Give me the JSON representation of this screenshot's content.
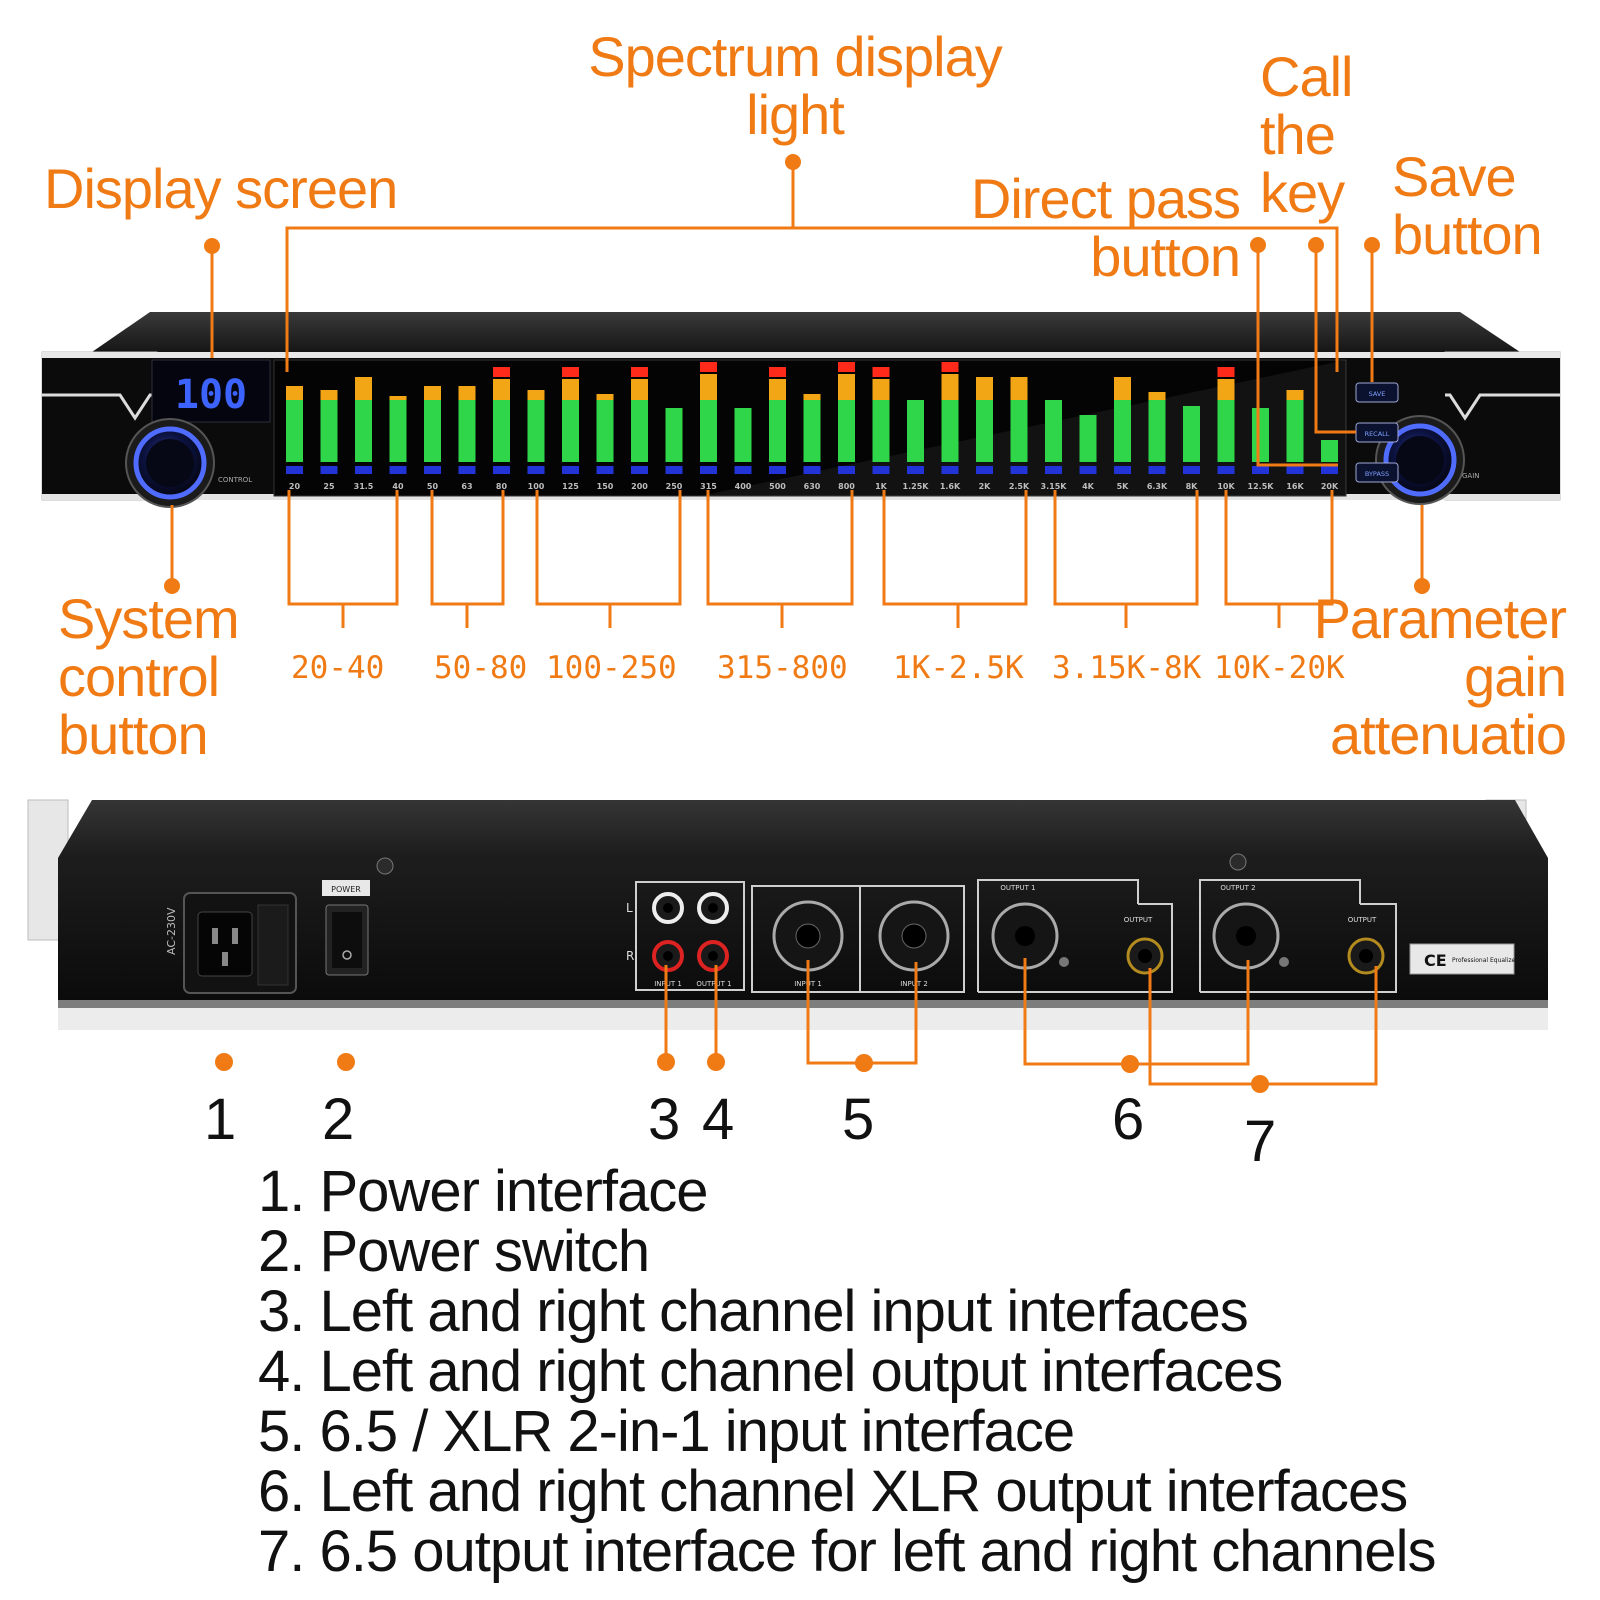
{
  "callouts": {
    "spectrum_light": [
      "Spectrum display",
      "light"
    ],
    "display_screen": [
      "Display screen"
    ],
    "call_key": [
      "Call",
      "the",
      "key"
    ],
    "save_button": [
      "Save",
      "button"
    ],
    "direct_pass": [
      "Direct pass",
      "button"
    ],
    "system_control": [
      "System",
      "control",
      "button"
    ],
    "parameter_gain": [
      "Parameter",
      "gain",
      "attenuatio"
    ]
  },
  "display_value": "100",
  "panel_labels": {
    "control": "CONTROL",
    "gain": "GAIN",
    "btn_save": "SAVE",
    "btn_recall": "RECALL",
    "btn_bypass": "BYPASS"
  },
  "bands": [
    {
      "freq": "20",
      "level": 0.76,
      "red": false
    },
    {
      "freq": "25",
      "level": 0.72,
      "red": false
    },
    {
      "freq": "31.5",
      "level": 0.85,
      "red": false
    },
    {
      "freq": "40",
      "level": 0.66,
      "red": false
    },
    {
      "freq": "50",
      "level": 0.76,
      "red": false
    },
    {
      "freq": "63",
      "level": 0.76,
      "red": false
    },
    {
      "freq": "80",
      "level": 0.95,
      "red": true
    },
    {
      "freq": "100",
      "level": 0.72,
      "red": false
    },
    {
      "freq": "125",
      "level": 0.95,
      "red": true
    },
    {
      "freq": "150",
      "level": 0.68,
      "red": false
    },
    {
      "freq": "200",
      "level": 0.95,
      "red": true
    },
    {
      "freq": "250",
      "level": 0.54,
      "red": false
    },
    {
      "freq": "315",
      "level": 1.0,
      "red": true
    },
    {
      "freq": "400",
      "level": 0.54,
      "red": false
    },
    {
      "freq": "500",
      "level": 0.95,
      "red": true
    },
    {
      "freq": "630",
      "level": 0.68,
      "red": false
    },
    {
      "freq": "800",
      "level": 1.0,
      "red": true
    },
    {
      "freq": "1K",
      "level": 0.95,
      "red": true
    },
    {
      "freq": "1.25K",
      "level": 0.62,
      "red": false
    },
    {
      "freq": "1.6K",
      "level": 1.0,
      "red": true
    },
    {
      "freq": "2K",
      "level": 0.85,
      "red": false
    },
    {
      "freq": "2.5K",
      "level": 0.85,
      "red": false
    },
    {
      "freq": "3.15K",
      "level": 0.62,
      "red": false
    },
    {
      "freq": "4K",
      "level": 0.47,
      "red": false
    },
    {
      "freq": "5K",
      "level": 0.85,
      "red": false
    },
    {
      "freq": "6.3K",
      "level": 0.7,
      "red": false
    },
    {
      "freq": "8K",
      "level": 0.56,
      "red": false
    },
    {
      "freq": "10K",
      "level": 0.95,
      "red": true
    },
    {
      "freq": "12.5K",
      "level": 0.54,
      "red": false
    },
    {
      "freq": "16K",
      "level": 0.72,
      "red": false
    },
    {
      "freq": "20K",
      "level": 0.22,
      "red": false
    }
  ],
  "range_labels": [
    "20-40",
    "50-80",
    "100-250",
    "315-800",
    "1K-2.5K",
    "3.15K-8K",
    "10K-20K"
  ],
  "rear_labels": {
    "voltage": "AC-230V",
    "power": "POWER",
    "L": "L",
    "R": "R",
    "input1_rca": "INPUT 1",
    "output1_rca": "OUTPUT 1",
    "input1": "INPUT 1",
    "input2": "INPUT 2",
    "output1": "OUTPUT 1",
    "output2": "OUTPUT 2",
    "output_a": "OUTPUT",
    "output_b": "OUTPUT",
    "ce": "CE",
    "badge_text": "Professional Equalizer"
  },
  "numbers": [
    "1",
    "2",
    "3",
    "4",
    "5",
    "6",
    "7"
  ],
  "legend": [
    "1. Power interface",
    "2. Power switch",
    "3. Left and right channel input interfaces",
    "4. Left and right channel output interfaces",
    "5. 6.5 / XLR 2-in-1 input interface",
    "6. Left and right channel XLR output interfaces",
    "7. 6.5 output interface for left and right channels"
  ]
}
